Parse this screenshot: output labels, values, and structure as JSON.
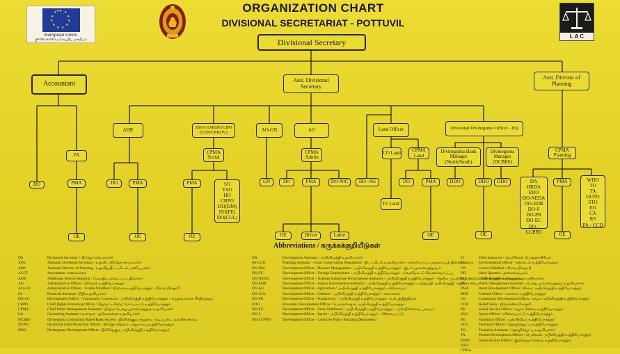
{
  "header": {
    "title": "ORGANIZATION CHART",
    "subtitle": "DIVISIONAL SECRETARIAT - POTTUVIL",
    "eu_label": "European Union",
    "eu_sublabel": "යුරෝපා සංගමය ஐரோப்பிய ஒன்றியம்",
    "lac_label": "L A C"
  },
  "chart": {
    "root": "Divisional Secretary",
    "accountant": "Accountant",
    "asst_ds": "Asst. Divisional Secretary",
    "asst_dp": "Asst. Director of Planning",
    "fa": "FA",
    "do_1": "DO",
    "pma_1": "PMA",
    "oe_1": "OE",
    "adr": "ADR",
    "do_2": "DO",
    "pma_2": "PMA",
    "oe_2": "OE",
    "sso_group": "SSO/CO/RDO/CDO (CENT/PROV)",
    "cpma_social": "CPMA Social",
    "pma_3": "PMA",
    "oe_3": "OE",
    "social_list": [
      "SO",
      "YSO",
      "HO",
      "CRPO",
      "DO(DM)",
      "DO(FE)",
      "DO(CUL)"
    ],
    "ao_gn": "AO-GN",
    "gn": "GN",
    "ao": "AO",
    "cpma_admin": "CPMA Admin",
    "do_3": "DO",
    "pma_4": "PMA",
    "do_nic": "DO-NIC",
    "oe_4": "OE",
    "driver": "Driver",
    "labor": "Labor",
    "do_ag": "DO -AG",
    "land_officer": "Land Officer",
    "co_land": "CO Land",
    "cpma_land": "CPMA Land",
    "f1_land": "F1 Land",
    "do_4": "DO",
    "pma_5": "PMA",
    "oe_5": "OE",
    "div_officer": "Divisional Divineguma Officer - HQ",
    "div_bank": "Divineguma Bank Manager (North/South)",
    "div_mgr": "Divineguma Manager (DCBBS)",
    "ddo_1": "DDO",
    "ddo_2": "DDO",
    "ddo_3": "DDO",
    "oe_6": "OE",
    "cpma_planning": "CPMA Planning",
    "plan_list_1": [
      "DA",
      "HRDA",
      "EDO",
      "DO-NEDA",
      "DO-EDB",
      "DO-S",
      "DO-PR",
      "DO-EC",
      "DO - LUPPD"
    ],
    "pma_6": "PMA",
    "oe_7": "OE",
    "plan_list_2": [
      "WDO",
      "TO",
      "TA",
      "DCPO",
      "STO",
      "EO",
      "CA",
      "RS",
      "PA - CCD"
    ]
  },
  "abbreviations": {
    "title": "Abbreviations / சுருக்கக்குறியீடுகள்",
    "col1": [
      [
        "DS",
        "Divisional Secretary / பிரதேச செயலாளர்"
      ],
      [
        "ADS",
        "Assistant Divisional Secretary / உதவிப் பிரதேச செயலாளர்"
      ],
      [
        "ADP",
        "Assistant Director of Planning / உதவித் திட்டமிடல் பணிப்பாளர்"
      ],
      [
        "ACCT",
        "Accountant / கணக்காளர்"
      ],
      [
        "ADR",
        "Additional District Registrar / மேலதிக மாவட்டப் பதிவாளர்"
      ],
      [
        "AO",
        "Administrative Officer / நிர்வாக உத்தியோகத்தர்"
      ],
      [
        "AO-GN",
        "Administrative Officer - Grama Niladhari / நிர்வாக உத்தியோகத்தர் - கிராம நிலதாரி"
      ],
      [
        "FA",
        "Financial Assistant / நிதி உதவியாளர்"
      ],
      [
        "DO-CC",
        "Development Officer - Community Correction / அபிவிருத்தி உத்தியோகத்தர் - சமுதாயம்சார் சீர்திருத்தம்"
      ],
      [
        "CRPO",
        "Child Rights Promoting Officer / சிறுவர் உரிமை மேம்பாட்டு உத்தியோகத்தர்"
      ],
      [
        "CPMA",
        "Chief Public Management Assistant / பிரதம பொது முகாமைத்துவ உதவியாளர்"
      ],
      [
        "CA",
        "Counseling Assistant / உளவள ஆலோசனை உதவியாளர்"
      ],
      [
        "DCBBS",
        "Divineguma Community Based Bank Society / திவிநெகும சமுதாய அடிப்படை வங்கிச் சங்கம்"
      ],
      [
        "DCPO",
        "Divisional Child Protection Officer / பிரதேச சிறுவர் பாதுகாப்பு உத்தியோகத்தர்"
      ],
      [
        "DDO",
        "Divineguma Development Officer / திவிநெகும அபிவிருத்தி உத்தியோகத்தர்"
      ]
    ],
    "col2": [
      [
        "DA",
        "Development Assistant / அபிவிருத்தி உதவியாளர்"
      ],
      [
        "PA-CCD",
        "Planning Assistant - Coast Conservation Department / திட்டமிடல் உதவியாளர் - கரையோரப் பாதுகாப்புத் திணைக்களம்"
      ],
      [
        "DO-DM",
        "Development Officer - Disaster Management / அபிவிருத்தி உத்தியோகத்தர் - இடர் முகாமைத்துவம்"
      ],
      [
        "DO-FE",
        "Development Officer - Foreign Employment / அபிவிருத்தி உத்தியோகத்தர் - வெளிநாட்டு வேலைவாய்ப்பு"
      ],
      [
        "DO-NEDA",
        "Development Officer - National Enterprise Development Authority / அபிவிருத்தி உத்தியோகத்தர் - தேசிய முயற்சியாண்மை அபிவிருத்தி அதிகாரசபை"
      ],
      [
        "DO-EDB",
        "Development Officer - Export Development Authority / அபிவிருத்தி உத்தியோகத்தர் - ஏற்றுமதி அபிவிருத்தி அதிகார சபை"
      ],
      [
        "DO-AG",
        "Development Officer - Agriculture / அபிவிருத்தி உத்தியோகத்தர் - விவசாயம்"
      ],
      [
        "DO-CUL",
        "Development Officer - Cultural / அபிவிருத்தி உத்தியோகத்தர் - கலாசாரம்"
      ],
      [
        "DO-PR",
        "Development Officer - Productivity / அபிவிருத்தி உத்தியோகத்தர் - உற்பத்தித்திறன்"
      ],
      [
        "EDO",
        "Economic Development Officer / பொருளாதார அபிவிருத்தி உத்தியோகத்தர்"
      ],
      [
        "DO-EC",
        "Development Officer - Early Childhood / அபிவிருத்தி உத்தியோகத்தர் - முன்பிள்ளைப் பராயம்"
      ],
      [
        "DO-S",
        "Development Officer - Sports / அபிவிருத்தி உத்தியோகத்தர் - விளையாட்டு"
      ],
      [
        "DO-LUPPD",
        "Development Officer - Land Use Policy Planning Department /"
      ]
    ],
    "col3": [
      [
        "FI",
        "Field Instructor / வெளிக்கள போதனாசிரியர்"
      ],
      [
        "EO",
        "Environmental Officer / சுற்றாடல் உத்தியோகத்தர்"
      ],
      [
        "GN",
        "Grama Niladhari / கிராம நிலதாரி"
      ],
      [
        "HO",
        "Head Quarters / தலைமையகம்"
      ],
      [
        "HQ",
        "Office Employee / அலுவலக பணியாளர்"
      ],
      [
        "OE",
        "Public Management Assistant / பொது முகாமைத்துவ உதவியாளர்"
      ],
      [
        "PMA",
        "Rural Development Officer / கிராம அபிவிருத்தி உத்தியோகத்தர்"
      ],
      [
        "RDO",
        "Cultural Officer / கலாசார உத்தியோகத்தர்"
      ],
      [
        "CO",
        "Community Development Officer / சமூக அபிவிருத்தி உத்தியோகத்தர்"
      ],
      [
        "CDO",
        "Relief Sister / நிவாரண சகோதரி"
      ],
      [
        "RS",
        "Social Service Officer / சமூக சேவை உத்தியோகத்தர்"
      ],
      [
        "SSO",
        "Sports Officer / விளையாட்டு உத்தியோகத்தர்"
      ],
      [
        "SO",
        "Statistical Officer / புள்ளிவிபர உத்தியோகத்தர்"
      ],
      [
        "STO",
        "Technical Officer / தொழில்நுட்ப உத்தியோகத்தர்"
      ],
      [
        "TO",
        "Technical Assistant / தொழில்நுட்ப உதவியாளர்"
      ],
      [
        "TA",
        "Women Development Officer / பெண்கள் அபிவிருத்தி உத்தியோகத்தர்"
      ],
      [
        "WDO",
        "Youth Service Officer / இளைஞர் சேவை உத்தியோகத்தர்"
      ],
      [
        "YSO",
        ""
      ],
      [
        "CPMA",
        ""
      ]
    ]
  }
}
